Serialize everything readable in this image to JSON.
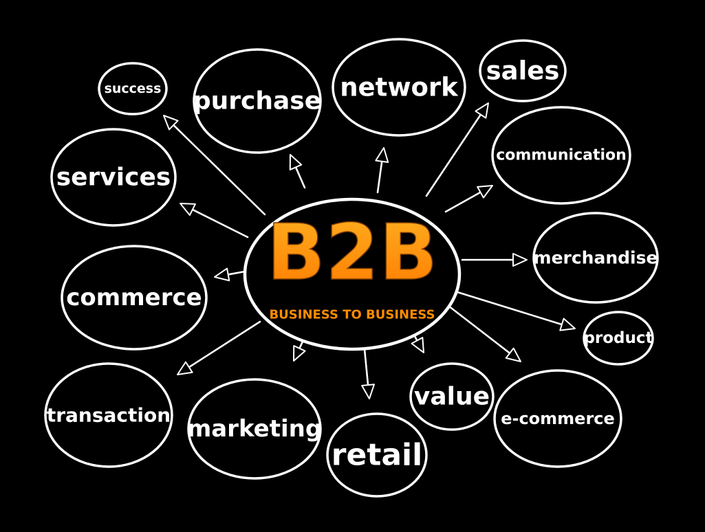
{
  "colors": {
    "background": "#000000",
    "outline": "#ffffff",
    "label": "#ffffff",
    "title_top": "#ffb020",
    "title_bottom": "#ff7a00",
    "subtitle": "#ff8c00"
  },
  "hub": {
    "title": "B2B",
    "subtitle": "BUSINESS TO BUSINESS"
  },
  "nodes": [
    {
      "id": "success",
      "label": "success"
    },
    {
      "id": "purchase",
      "label": "purchase"
    },
    {
      "id": "network",
      "label": "network"
    },
    {
      "id": "sales",
      "label": "sales"
    },
    {
      "id": "communication",
      "label": "communication"
    },
    {
      "id": "services",
      "label": "services"
    },
    {
      "id": "merchandise",
      "label": "merchandise"
    },
    {
      "id": "commerce",
      "label": "commerce"
    },
    {
      "id": "product",
      "label": "product"
    },
    {
      "id": "transaction",
      "label": "transaction"
    },
    {
      "id": "marketing",
      "label": "marketing"
    },
    {
      "id": "retail",
      "label": "retail"
    },
    {
      "id": "value",
      "label": "value"
    },
    {
      "id": "e-commerce",
      "label": "e-commerce"
    }
  ]
}
